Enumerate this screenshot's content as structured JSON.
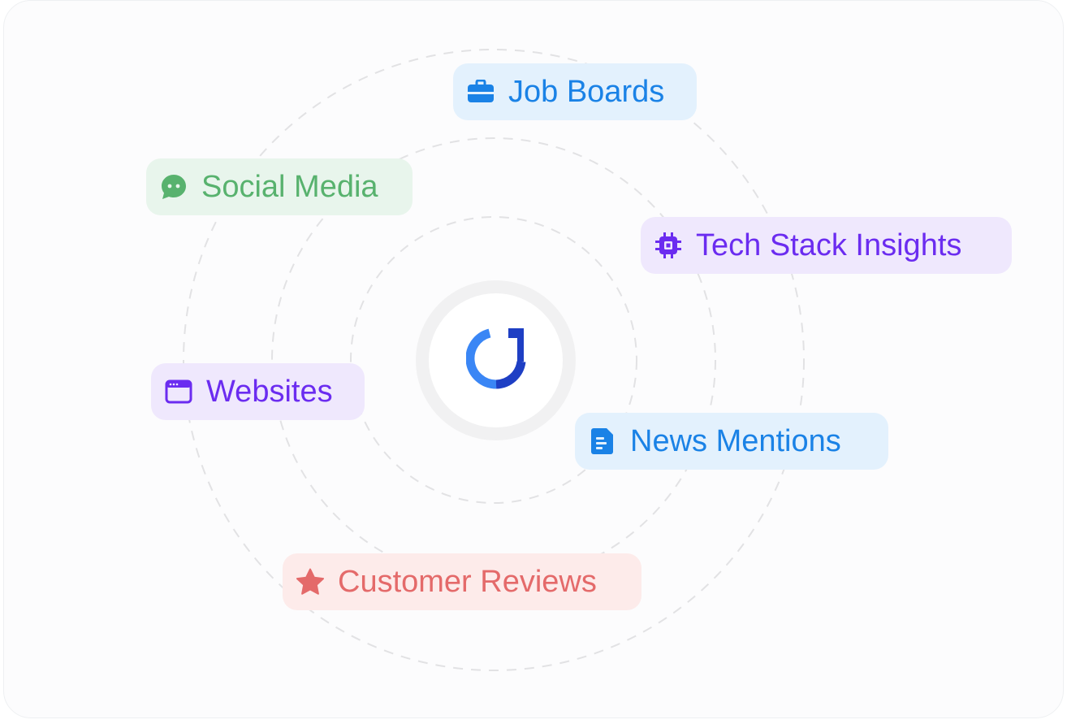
{
  "colors": {
    "blue": "#1a82e6",
    "green": "#58b26e",
    "purple": "#6b2cf0",
    "red": "#e46a6a",
    "ring": "#e2e2e4",
    "logo_light": "#3a86f5",
    "logo_dark": "#1e3fc4"
  },
  "hub": {
    "logo_icon": "brand-logo-icon"
  },
  "sources": [
    {
      "label": "Job Boards",
      "icon": "briefcase-icon"
    },
    {
      "label": "Social Media",
      "icon": "chat-bubble-icon"
    },
    {
      "label": "Tech Stack Insights",
      "icon": "chip-icon"
    },
    {
      "label": "Websites",
      "icon": "browser-window-icon"
    },
    {
      "label": "News Mentions",
      "icon": "document-icon"
    },
    {
      "label": "Customer Reviews",
      "icon": "star-icon"
    }
  ]
}
